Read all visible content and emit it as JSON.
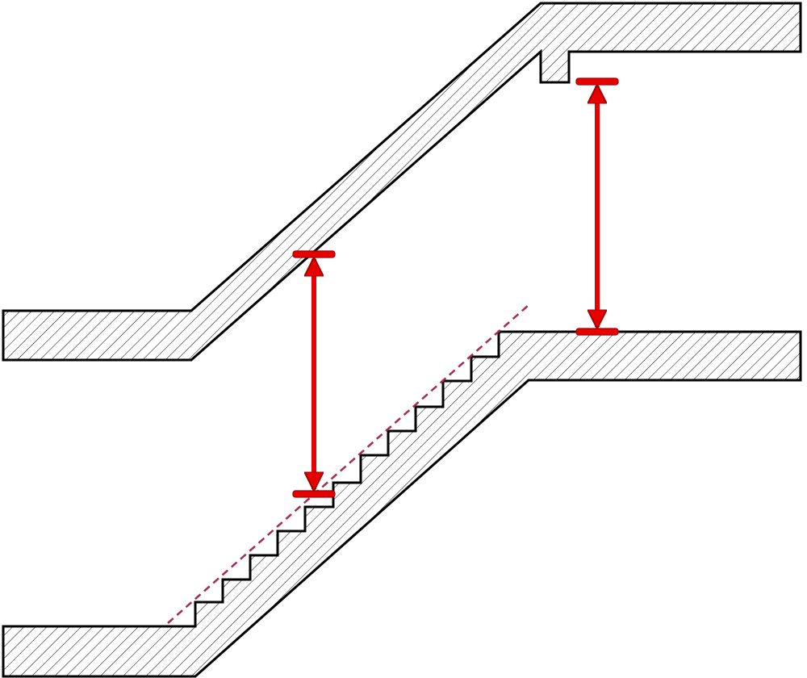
{
  "figure": {
    "subject": "staircase-cross-section",
    "step_count": 12,
    "dimension_markers": [
      {
        "id": "headroom-stair",
        "arrowheads": "both-ends",
        "end_caps": "t-bar"
      },
      {
        "id": "headroom-landing",
        "arrowheads": "both-ends",
        "end_caps": "t-bar"
      }
    ],
    "pitch_line": {
      "style": "dashed"
    }
  },
  "colors": {
    "outline": "#000000",
    "hatch": "#000000",
    "dimension": "#e60000",
    "pitch_line": "#a8285a",
    "background": "#ffffff"
  }
}
